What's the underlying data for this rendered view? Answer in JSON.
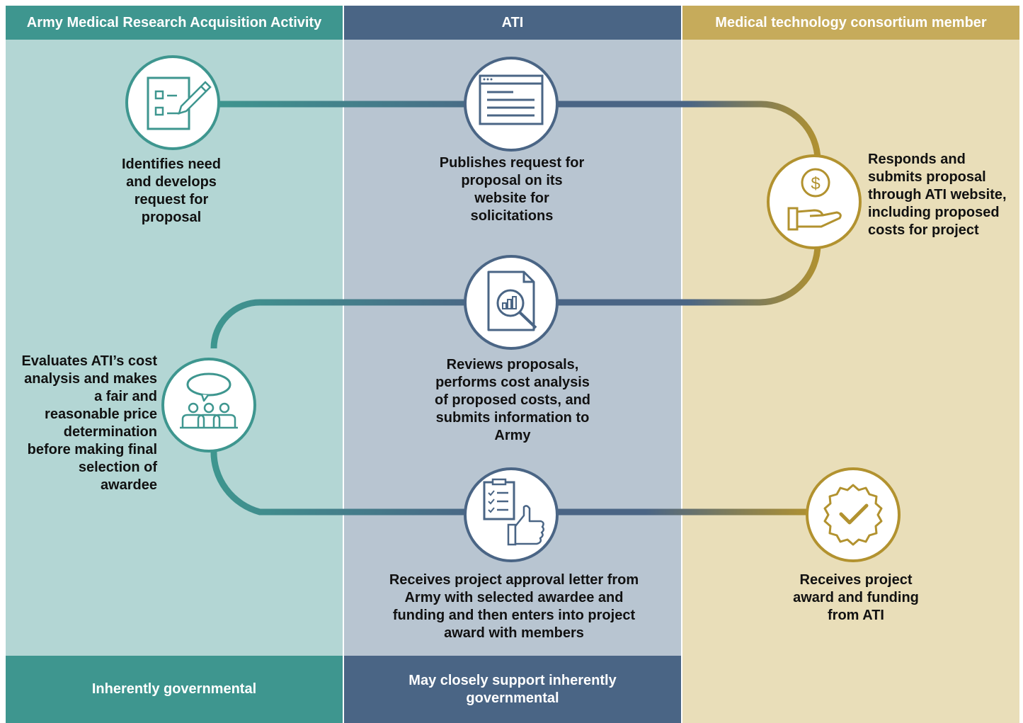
{
  "columns": {
    "army": {
      "title": "Army Medical Research Acquisition Activity",
      "footer": "Inherently governmental",
      "color": "#3e968f",
      "bg": "#b3d6d4"
    },
    "ati": {
      "title": "ATI",
      "footer": "May closely support inherently governmental",
      "color": "#4a6585",
      "bg": "#b8c5d1"
    },
    "member": {
      "title": "Medical technology consortium member",
      "footer": "",
      "color": "#c6ab5b",
      "bg": "#e9deb9"
    }
  },
  "steps": {
    "identify": {
      "text": "Identifies need and develops request for proposal",
      "icon": "checklist-pencil-icon"
    },
    "publish": {
      "text": "Publishes request for proposal on its website for solicitations",
      "icon": "webpage-icon"
    },
    "respond": {
      "text": "Responds and submits proposal through ATI website, including proposed costs for project",
      "icon": "hand-dollar-icon"
    },
    "review": {
      "text": "Reviews proposals, performs cost analysis of proposed costs, and submits information to Army",
      "icon": "document-magnifier-icon"
    },
    "evaluate": {
      "text": "Evaluates ATI’s cost analysis and makes a fair and reasonable price determination before making final selection of awardee",
      "icon": "meeting-icon"
    },
    "approval": {
      "text": "Receives project approval letter from Army with selected awardee and funding and then enters into project award with members",
      "icon": "checklist-thumbs-up-icon"
    },
    "award": {
      "text": "Receives project award and funding from ATI",
      "icon": "badge-check-icon"
    }
  }
}
